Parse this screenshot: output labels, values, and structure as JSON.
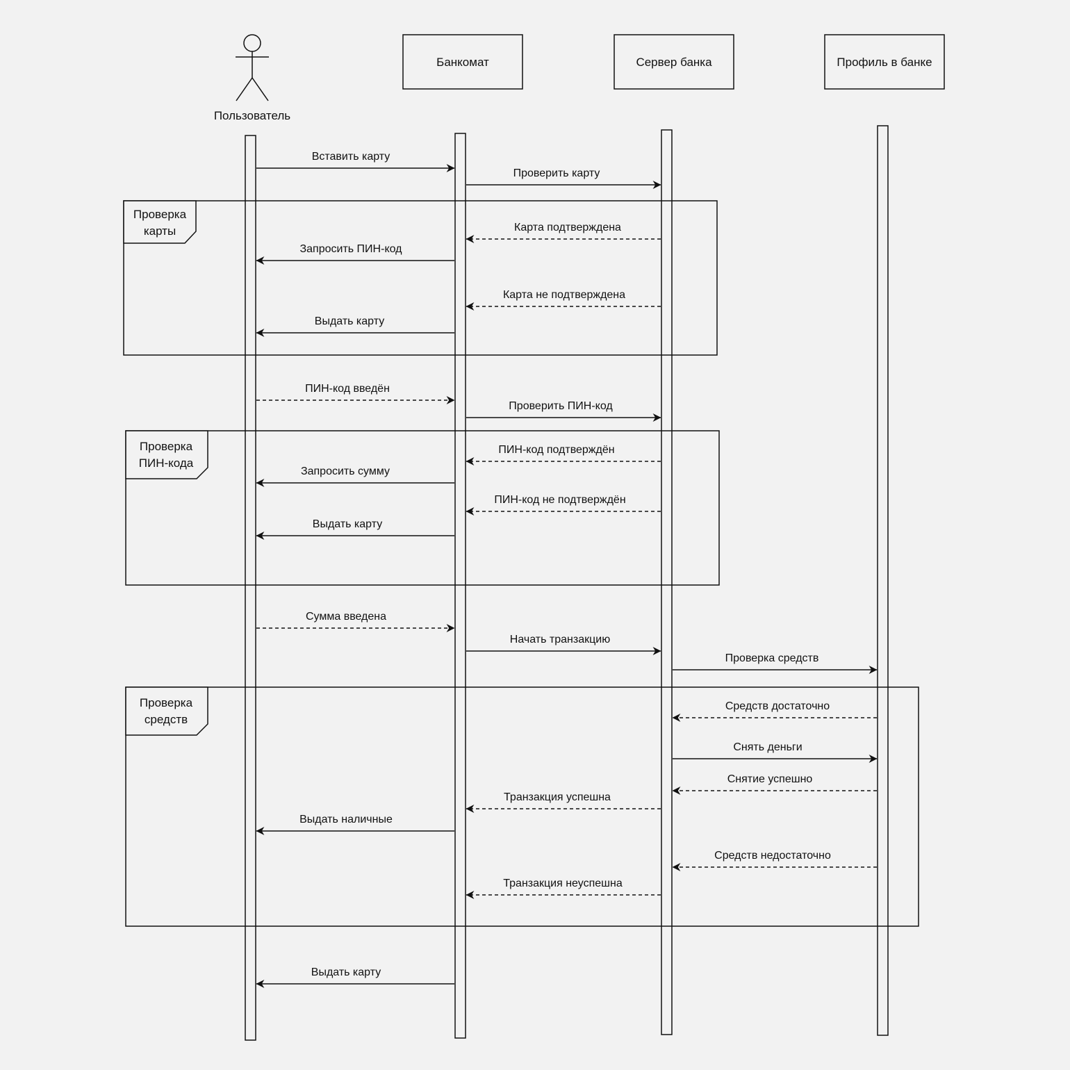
{
  "actors": [
    {
      "key": "user",
      "label": "Пользователь",
      "kind": "actor"
    },
    {
      "key": "atm",
      "label": "Банкомат",
      "kind": "box"
    },
    {
      "key": "server",
      "label": "Сервер банка",
      "kind": "box"
    },
    {
      "key": "profile",
      "label": "Профиль в банке",
      "kind": "box"
    }
  ],
  "fragments": [
    {
      "key": "card-check",
      "label_lines": [
        "Проверка",
        "карты"
      ]
    },
    {
      "key": "pin-check",
      "label_lines": [
        "Проверка",
        "ПИН-кода"
      ]
    },
    {
      "key": "funds-check",
      "label_lines": [
        "Проверка",
        "средств"
      ]
    }
  ],
  "messages": [
    {
      "label": "Вставить карту",
      "from": "user",
      "to": "atm",
      "style": "solid"
    },
    {
      "label": "Проверить карту",
      "from": "atm",
      "to": "server",
      "style": "solid"
    },
    {
      "label": "Карта подтверждена",
      "from": "server",
      "to": "atm",
      "style": "dashed"
    },
    {
      "label": "Запросить ПИН-код",
      "from": "atm",
      "to": "user",
      "style": "solid"
    },
    {
      "label": "Карта не подтверждена",
      "from": "server",
      "to": "atm",
      "style": "dashed"
    },
    {
      "label": "Выдать карту",
      "from": "atm",
      "to": "user",
      "style": "solid"
    },
    {
      "label": "ПИН-код введён",
      "from": "user",
      "to": "atm",
      "style": "dashed"
    },
    {
      "label": "Проверить ПИН-код",
      "from": "atm",
      "to": "server",
      "style": "solid"
    },
    {
      "label": "ПИН-код подтверждён",
      "from": "server",
      "to": "atm",
      "style": "dashed"
    },
    {
      "label": "Запросить сумму",
      "from": "atm",
      "to": "user",
      "style": "solid"
    },
    {
      "label": "ПИН-код не подтверждён",
      "from": "server",
      "to": "atm",
      "style": "dashed"
    },
    {
      "label": "Выдать карту",
      "from": "atm",
      "to": "user",
      "style": "solid"
    },
    {
      "label": "Сумма введена",
      "from": "user",
      "to": "atm",
      "style": "dashed"
    },
    {
      "label": "Начать транзакцию",
      "from": "atm",
      "to": "server",
      "style": "solid"
    },
    {
      "label": "Проверка средств",
      "from": "server",
      "to": "profile",
      "style": "solid"
    },
    {
      "label": "Средств достаточно",
      "from": "profile",
      "to": "server",
      "style": "dashed"
    },
    {
      "label": "Снять деньги",
      "from": "server",
      "to": "profile",
      "style": "solid"
    },
    {
      "label": "Снятие успешно",
      "from": "profile",
      "to": "server",
      "style": "dashed"
    },
    {
      "label": "Транзакция успешна",
      "from": "server",
      "to": "atm",
      "style": "dashed"
    },
    {
      "label": "Выдать наличные",
      "from": "atm",
      "to": "user",
      "style": "solid"
    },
    {
      "label": "Средств недостаточно",
      "from": "profile",
      "to": "server",
      "style": "dashed"
    },
    {
      "label": "Транзакция неуспешна",
      "from": "server",
      "to": "atm",
      "style": "dashed"
    },
    {
      "label": "Выдать карту",
      "from": "atm",
      "to": "user",
      "style": "solid"
    }
  ]
}
